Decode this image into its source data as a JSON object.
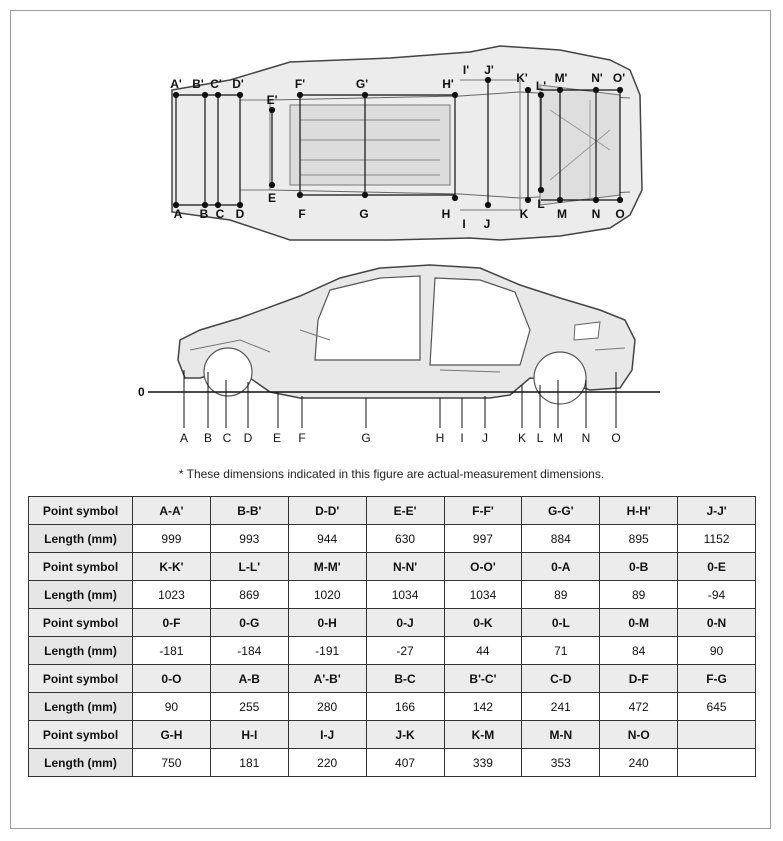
{
  "top_view": {
    "upper_labels": [
      "A'",
      "B'",
      "C'",
      "D'",
      "E'",
      "F'",
      "G'",
      "H'",
      "I'",
      "J'",
      "K'",
      "L'",
      "M'",
      "N'",
      "O'"
    ],
    "lower_labels": [
      "A",
      "B",
      "C",
      "D",
      "E",
      "F",
      "G",
      "H",
      "I",
      "J",
      "K",
      "L",
      "M",
      "N",
      "O"
    ]
  },
  "side_view": {
    "zero_label": "0",
    "point_labels": [
      "A",
      "B",
      "C",
      "D",
      "E",
      "F",
      "G",
      "H",
      "I",
      "J",
      "K",
      "L",
      "M",
      "N",
      "O"
    ]
  },
  "note": "* These dimensions indicated in this figure are actual-measurement dimensions.",
  "table": {
    "symbol_header": "Point symbol",
    "length_header": "Length (mm)",
    "rows": [
      {
        "symbols": [
          "A-A'",
          "B-B'",
          "D-D'",
          "E-E'",
          "F-F'",
          "G-G'",
          "H-H'",
          "J-J'"
        ],
        "lengths": [
          "999",
          "993",
          "944",
          "630",
          "997",
          "884",
          "895",
          "1152"
        ]
      },
      {
        "symbols": [
          "K-K'",
          "L-L'",
          "M-M'",
          "N-N'",
          "O-O'",
          "0-A",
          "0-B",
          "0-E"
        ],
        "lengths": [
          "1023",
          "869",
          "1020",
          "1034",
          "1034",
          "89",
          "89",
          "-94"
        ]
      },
      {
        "symbols": [
          "0-F",
          "0-G",
          "0-H",
          "0-J",
          "0-K",
          "0-L",
          "0-M",
          "0-N"
        ],
        "lengths": [
          "-181",
          "-184",
          "-191",
          "-27",
          "44",
          "71",
          "84",
          "90"
        ]
      },
      {
        "symbols": [
          "0-O",
          "A-B",
          "A'-B'",
          "B-C",
          "B'-C'",
          "C-D",
          "D-F",
          "F-G"
        ],
        "lengths": [
          "90",
          "255",
          "280",
          "166",
          "142",
          "241",
          "472",
          "645"
        ]
      },
      {
        "symbols": [
          "G-H",
          "H-I",
          "I-J",
          "J-K",
          "K-M",
          "M-N",
          "N-O",
          ""
        ],
        "lengths": [
          "750",
          "181",
          "220",
          "407",
          "339",
          "353",
          "240",
          ""
        ]
      }
    ]
  }
}
